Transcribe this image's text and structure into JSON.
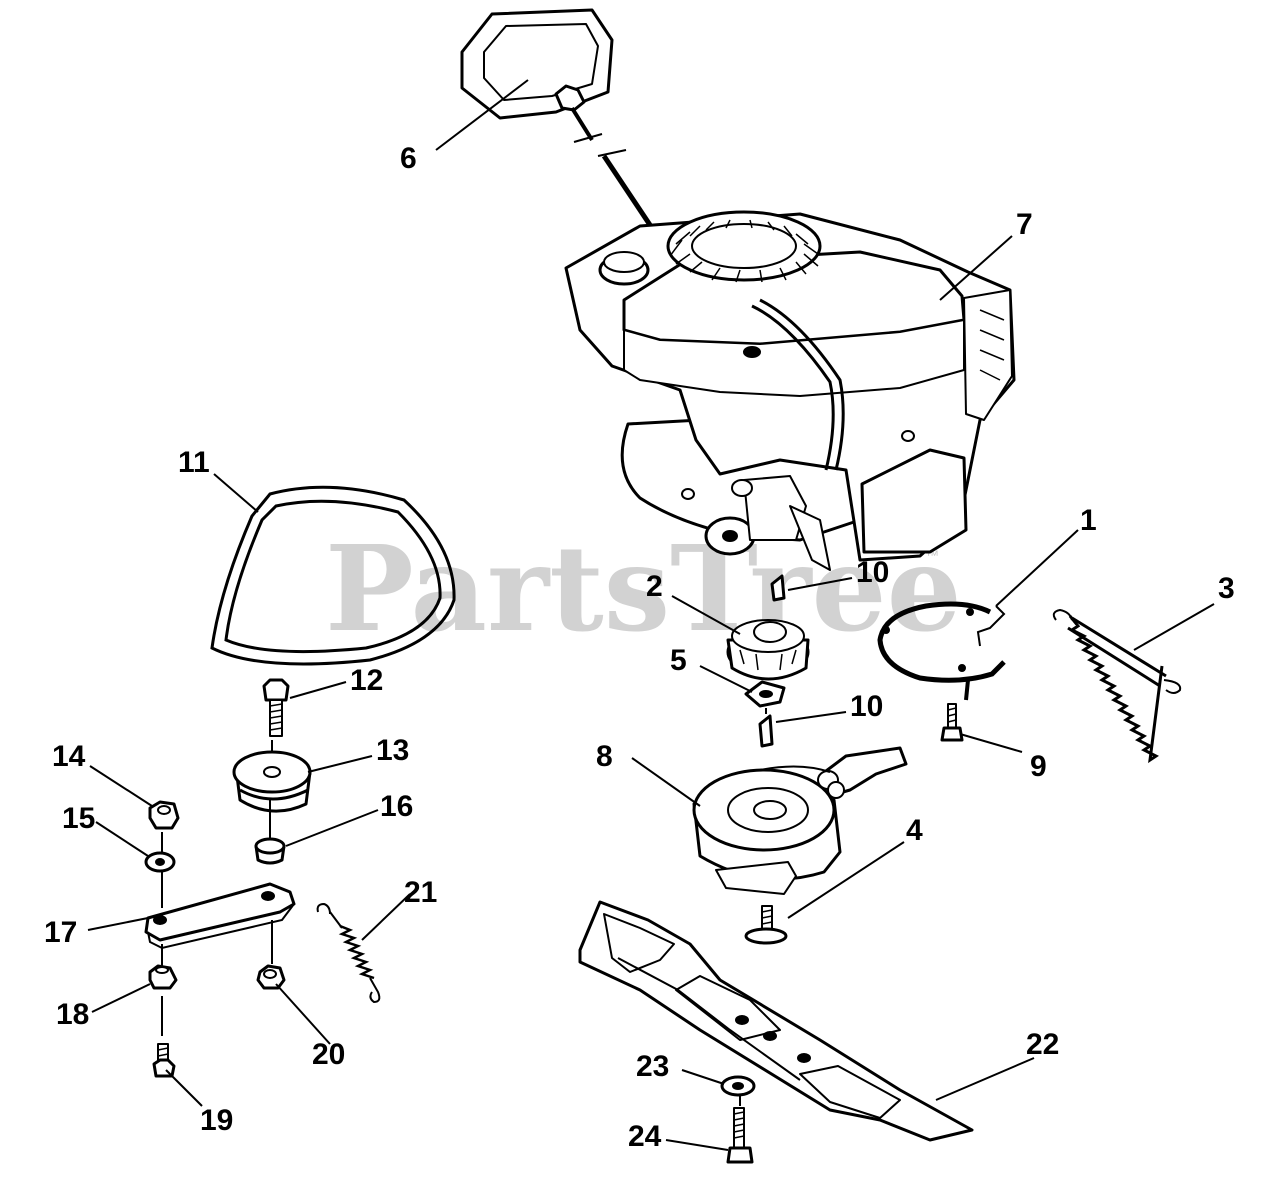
{
  "watermark": {
    "text": "PartsTree",
    "trademark": "™"
  },
  "callouts": {
    "c1": "1",
    "c2": "2",
    "c3": "3",
    "c4": "4",
    "c5": "5",
    "c6": "6",
    "c7": "7",
    "c8": "8",
    "c9": "9",
    "c10a": "10",
    "c10b": "10",
    "c11": "11",
    "c12": "12",
    "c13": "13",
    "c14": "14",
    "c15": "15",
    "c16": "16",
    "c17": "17",
    "c18": "18",
    "c19": "19",
    "c20": "20",
    "c21": "21",
    "c22": "22",
    "c23": "23",
    "c24": "24"
  }
}
